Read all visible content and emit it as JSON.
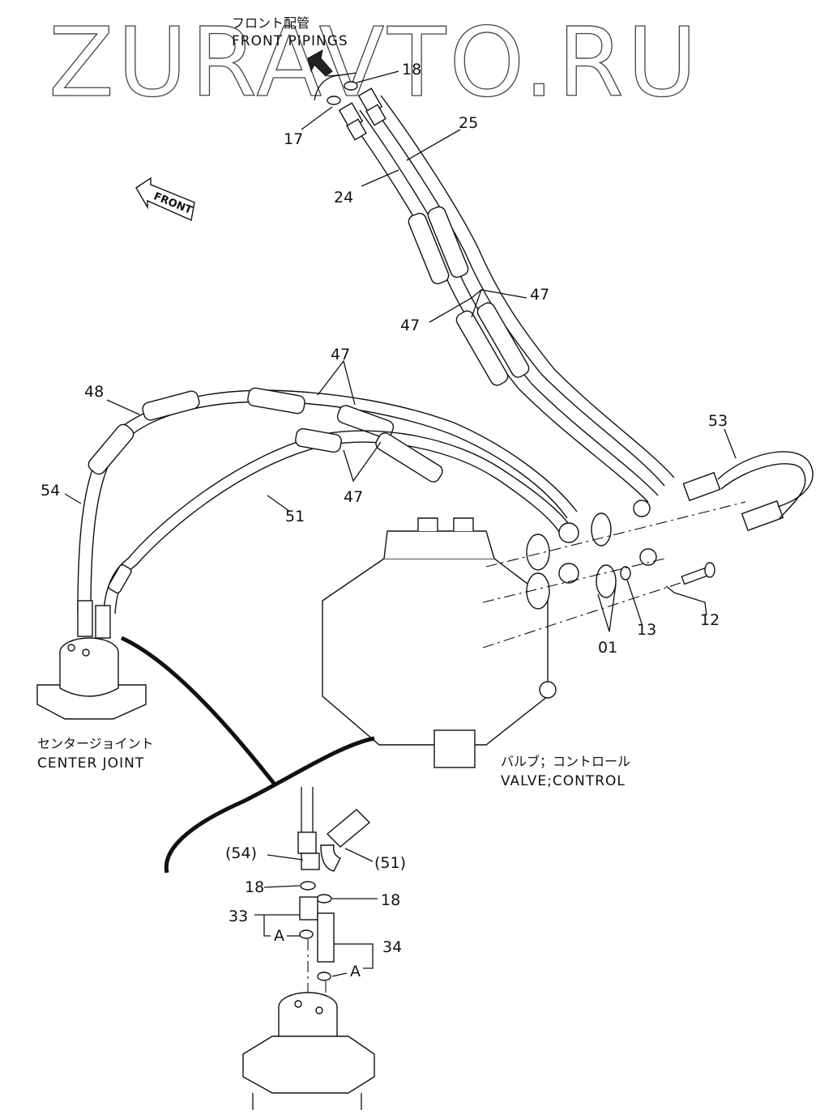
{
  "watermark": "ZURAVTO.RU",
  "captions": {
    "front_pipings_jp": "フロント配管",
    "front_pipings_en": "FRONT PIPINGS",
    "center_joint_jp": "センタージョイント",
    "center_joint_en": "CENTER JOINT",
    "valve_jp": "バルブ；コントロール",
    "valve_en": "VALVE;CONTROL",
    "front_arrow": "FRONT"
  },
  "callouts": {
    "c18_top": "18",
    "c17": "17",
    "c25": "25",
    "c24": "24",
    "c47_a": "47",
    "c47_b": "47",
    "c47_c": "47",
    "c47_d": "47",
    "c48": "48",
    "c54": "54",
    "c51": "51",
    "c53": "53",
    "c12": "12",
    "c13": "13",
    "c01": "01",
    "c54_paren": "(54)",
    "c51_paren": "(51)",
    "c18_l": "18",
    "c18_r": "18",
    "c33": "33",
    "c34": "34",
    "cA_l": "A",
    "cA_r": "A"
  }
}
